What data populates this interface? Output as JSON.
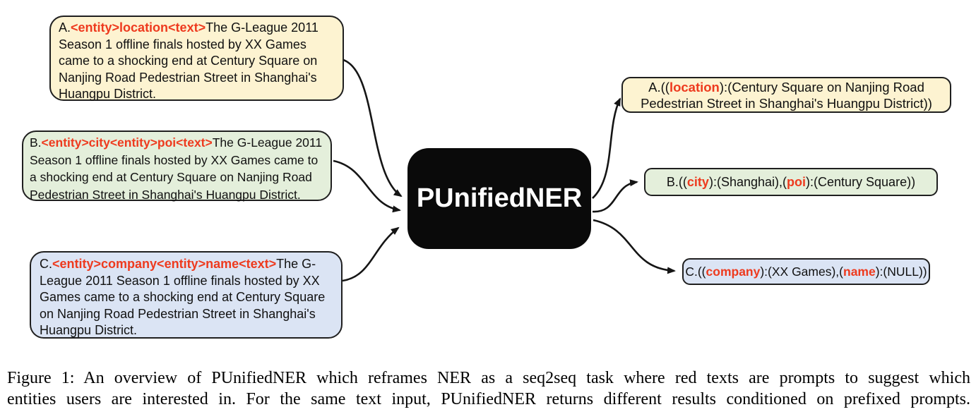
{
  "figure": {
    "caption_line1": "Figure 1: An overview of PUnifiedNER which reframes NER as a seq2seq task where red texts are prompts to suggest which",
    "caption_line2": "entities users are interested in. For the same text input, PUnifiedNER returns different results conditioned on prefixed prompts."
  },
  "diagram": {
    "model_label": "PUnifiedNER",
    "inputs": [
      {
        "id": "A",
        "prefix": "A.",
        "prompt": "<entity>location<text>",
        "body": "The G-League 2011 Season 1 offline finals hosted by XX Games came to a shocking end at Century Square on Nanjing Road Pedestrian Street in Shanghai's Huangpu District."
      },
      {
        "id": "B",
        "prefix": "B.",
        "prompt": "<entity>city<entity>poi<text>",
        "body": "The G-League 2011 Season 1 offline finals hosted by XX Games came to a shocking end at Century Square on Nanjing Road Pedestrian Street in Shanghai's Huangpu District."
      },
      {
        "id": "C",
        "prefix": "C.",
        "prompt": "<entity>company<entity>name<text>",
        "body": "The G-League 2011 Season 1 offline finals hosted by XX Games came to a shocking end at Century Square on Nanjing Road Pedestrian Street in Shanghai's Huangpu District."
      }
    ],
    "outputs": [
      {
        "id": "A",
        "segments": [
          {
            "text": "A.(("
          },
          {
            "text": "location",
            "red": true
          },
          {
            "text": "):(Century Square on Nanjing Road Pedestrian Street in Shanghai's Huangpu District))"
          }
        ]
      },
      {
        "id": "B",
        "segments": [
          {
            "text": "B.(("
          },
          {
            "text": "city",
            "red": true
          },
          {
            "text": "):(Shanghai),("
          },
          {
            "text": "poi",
            "red": true
          },
          {
            "text": "):(Century Square))"
          }
        ]
      },
      {
        "id": "C",
        "segments": [
          {
            "text": "C.(("
          },
          {
            "text": "company",
            "red": true
          },
          {
            "text": "):(XX Games),("
          },
          {
            "text": "name",
            "red": true
          },
          {
            "text": "):(NULL))"
          }
        ]
      }
    ],
    "colors": {
      "input_a_bg": "#fdf3d1",
      "input_b_bg": "#e4efdb",
      "input_c_bg": "#dbe4f4",
      "model_bg": "#0a0a0a",
      "prompt_red": "#ee3a1e",
      "border": "#1f1f1f",
      "arrow_color": "#151515"
    }
  }
}
